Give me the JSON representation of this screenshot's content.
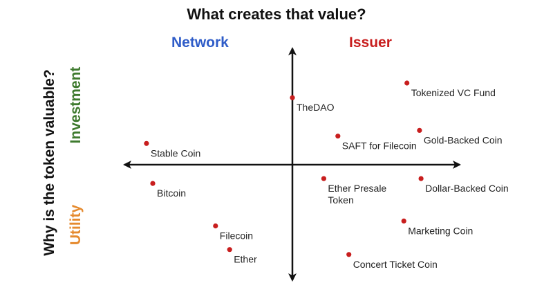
{
  "title": "What creates that value?",
  "x_header_left": "Network",
  "x_header_right": "Issuer",
  "y_title": "Why is the token valuable?",
  "y_top": "Investment",
  "y_bottom": "Utility",
  "colors": {
    "network": "#2f5cc8",
    "issuer": "#c81e1e",
    "investment": "#3e7a2e",
    "utility": "#e58a2e",
    "point": "#c81e1e",
    "axis": "#111111"
  },
  "points": [
    {
      "id": "thedao",
      "label": [
        "TheDAO"
      ],
      "x": 0.0,
      "y": 0.82
    },
    {
      "id": "tokenized-vc",
      "label": [
        "Tokenized VC Fund"
      ],
      "x": 0.73,
      "y": 1.0
    },
    {
      "id": "stable-coin",
      "label": [
        "Stable Coin"
      ],
      "x": -0.93,
      "y": 0.26
    },
    {
      "id": "saft-filecoin",
      "label": [
        "SAFT for Filecoin"
      ],
      "x": 0.29,
      "y": 0.35
    },
    {
      "id": "gold-backed",
      "label": [
        "Gold-Backed Coin"
      ],
      "x": 0.81,
      "y": 0.42
    },
    {
      "id": "bitcoin",
      "label": [
        "Bitcoin"
      ],
      "x": -0.89,
      "y": -0.23
    },
    {
      "id": "ether-presale",
      "label": [
        "Ether Presale",
        "Token"
      ],
      "x": 0.2,
      "y": -0.17
    },
    {
      "id": "dollar-backed",
      "label": [
        "Dollar-Backed Coin"
      ],
      "x": 0.82,
      "y": -0.17
    },
    {
      "id": "filecoin",
      "label": [
        "Filecoin"
      ],
      "x": -0.49,
      "y": -0.75
    },
    {
      "id": "marketing-coin",
      "label": [
        "Marketing Coin"
      ],
      "x": 0.71,
      "y": -0.69
    },
    {
      "id": "ether",
      "label": [
        "Ether"
      ],
      "x": -0.4,
      "y": -1.04
    },
    {
      "id": "concert-ticket",
      "label": [
        "Concert Ticket Coin"
      ],
      "x": 0.36,
      "y": -1.1
    }
  ]
}
